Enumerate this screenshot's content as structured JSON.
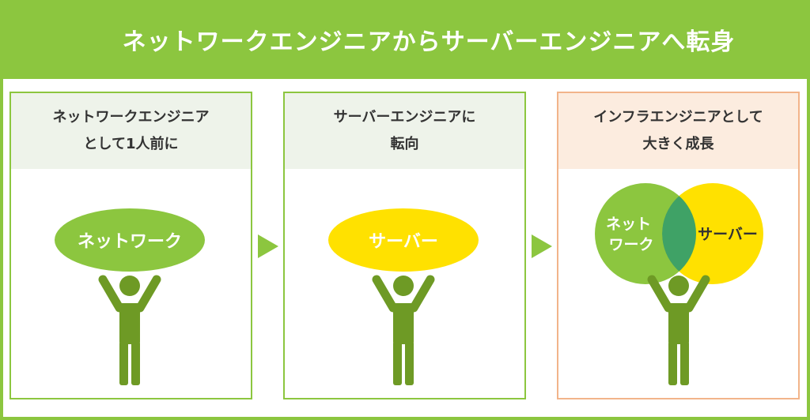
{
  "header": {
    "title": "ネットワークエンジニアからサーバーエンジニアへ転身"
  },
  "panels": [
    {
      "title": "ネットワークエンジニア\nとして1人前に",
      "bubble": "ネットワーク"
    },
    {
      "title": "サーバーエンジニアに\n転向",
      "bubble": "サーバー"
    },
    {
      "title": "インフラエンジニアとして\n大きく成長",
      "circle_left": "ネット\nワーク",
      "circle_right": "サーバー"
    }
  ],
  "colors": {
    "green": "#8cc63f",
    "figure_green": "#6e9a25",
    "yellow": "#ffe100",
    "overlap": "#3fa266",
    "panel_header": "#eef3ea",
    "accent_header": "#fcecdf",
    "accent_border": "#f2b48a"
  },
  "icons": [
    "person-icon",
    "arrow-right-icon"
  ]
}
